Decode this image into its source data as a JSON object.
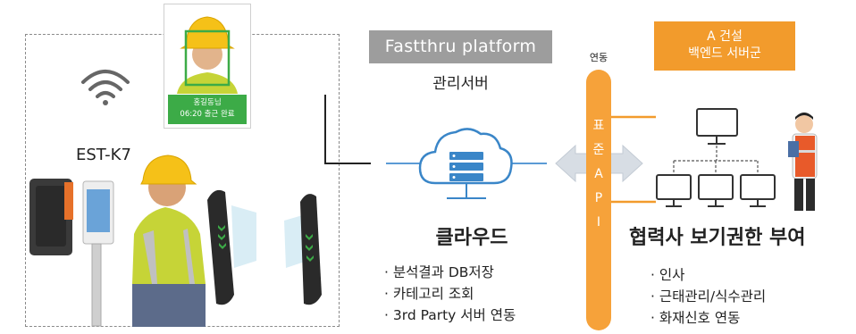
{
  "device": {
    "label": "EST-K7"
  },
  "face_card": {
    "name_line": "홍길동님",
    "status_line": "06:20 출근 완료"
  },
  "platform": {
    "badge": "Fastthru platform",
    "subtitle": "관리서버"
  },
  "link": {
    "label": "연동"
  },
  "vendor": {
    "line1": "A 건설",
    "line2": "백엔드 서버군"
  },
  "api": {
    "text": "표\n준\nA\nP\nI"
  },
  "cloud": {
    "title": "클라우드",
    "items": [
      "· 분석결과 DB저장",
      "· 카테고리 조회",
      "· 3rd Party 서버 연동"
    ]
  },
  "partner": {
    "title": "협력사 보기권한 부여",
    "items": [
      "· 인사",
      "· 근태관리/식수관리",
      "· 화재신호 연동"
    ]
  },
  "colors": {
    "orange": "#f29b2c",
    "green": "#3cab47",
    "gray_badge": "#9d9d9d",
    "blue_line": "#5b9bd5",
    "cloud_blue": "#3a86c8"
  }
}
